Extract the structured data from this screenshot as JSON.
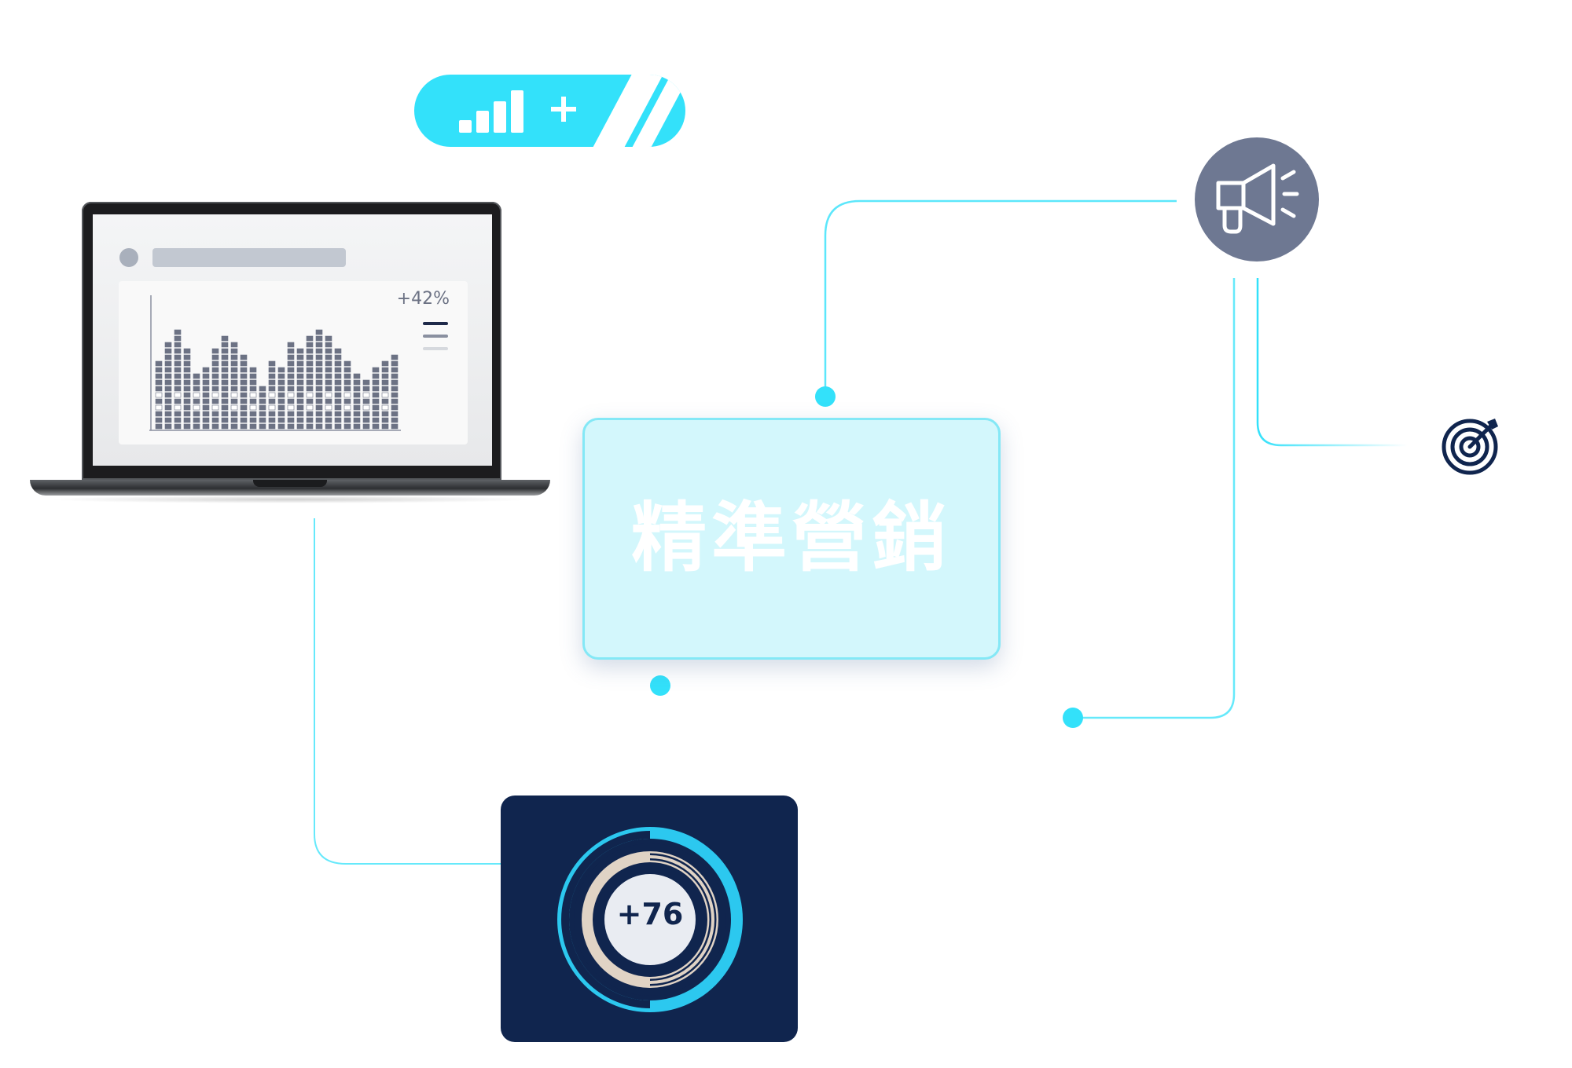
{
  "stats_badge": {
    "icon": "bar-chart-icon",
    "plus_icon": "plus-icon",
    "color": "#33e1fa"
  },
  "laptop": {
    "chart_change": "+42%",
    "legend_colors": [
      "#1f2a4a",
      "#8a90a0",
      "#d6d9de"
    ]
  },
  "center": {
    "title": "精準營銷",
    "fill": "#d3f7fc",
    "border": "#84e8f6"
  },
  "megaphone": {
    "icon": "megaphone-icon",
    "color": "#6e7892"
  },
  "target": {
    "icon": "target-icon",
    "color": "#10254e"
  },
  "score_card": {
    "value": "+76",
    "background": "#10254e",
    "ring_color": "#2cc8ef",
    "inner_ring_color": "#e0d3c5"
  },
  "accent": "#33e1fa"
}
